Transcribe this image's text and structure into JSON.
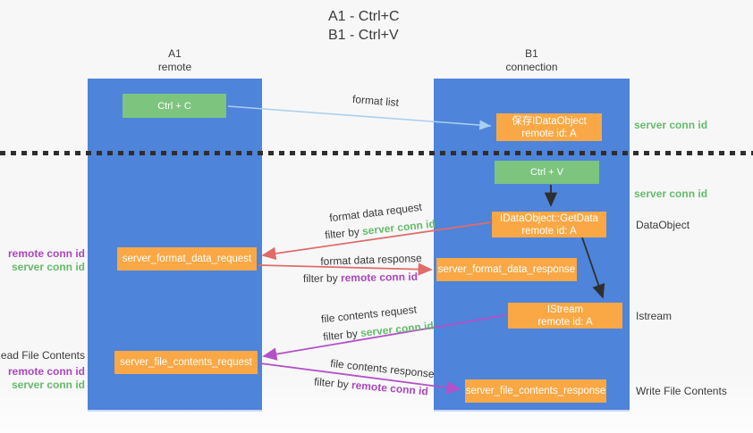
{
  "title": {
    "line1": "A1 - Ctrl+C",
    "line2": "B1 - Ctrl+V"
  },
  "columns": {
    "left": {
      "header_line1": "A1",
      "header_line2": "remote"
    },
    "right": {
      "header_line1": "B1",
      "header_line2": "connection"
    }
  },
  "nodes": {
    "ctrl_c": "Ctrl + C",
    "ctrl_v": "Ctrl + V",
    "save_dataobject": {
      "line1": "保存IDataObject",
      "line2": "remote id: A"
    },
    "getdata": {
      "line1": "IDataObject::GetData",
      "line2": "remote id: A"
    },
    "istream": {
      "line1": "IStream",
      "line2": "remote id: A"
    },
    "format_request": "server_format_data_request",
    "format_response": "server_format_data_response",
    "file_request": "server_file_contents_request",
    "file_response": "server_file_contents_response"
  },
  "arrow_labels": {
    "format_list": "format list",
    "format_data_request": "format data request",
    "format_data_response": "format data response",
    "file_contents_request": "file contents request",
    "file_contents_response": "file contents response",
    "filter_by": "filter by",
    "server_conn_id": "server conn id",
    "remote_conn_id": "remote conn id"
  },
  "side_labels": {
    "left_remote_conn_id": "remote conn id",
    "left_server_conn_id": "server conn id",
    "read_file_contents": "Read File Contents",
    "left_remote_conn_id2": "remote conn id",
    "left_server_conn_id2": "server conn id",
    "right_server_conn_id_top": "server conn id",
    "right_server_conn_id_mid": "server conn id",
    "dataobject": "DataObject",
    "istream": "Istream",
    "write_file_contents": "Write File Contents"
  },
  "colors": {
    "column_blue": "#4e84da",
    "node_green": "#7dc57f",
    "node_orange": "#f9a845",
    "arrow_red": "#e06c6a",
    "arrow_purple": "#b351c6",
    "arrow_blue": "#a9cfed",
    "arrow_black": "#2f2f2f",
    "label_green": "#66bb6a",
    "label_purple": "#ab47bc"
  }
}
